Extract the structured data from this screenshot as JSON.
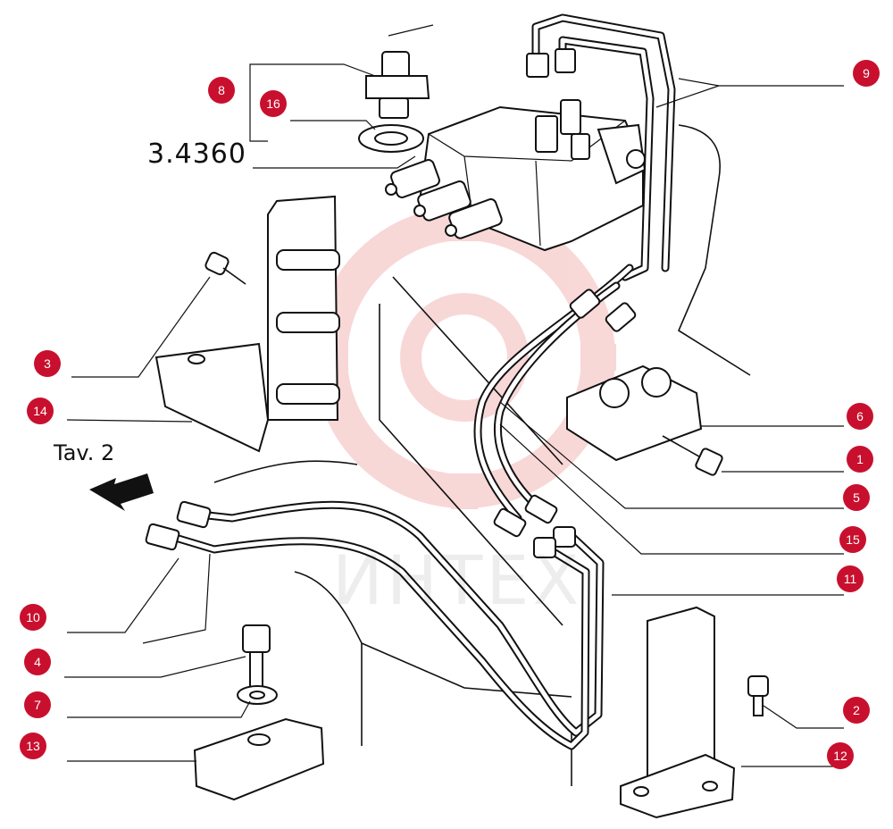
{
  "diagram": {
    "reference_code": "3.4360",
    "direction_label": "Tav. 2",
    "watermark": "ИНТЕХ",
    "accent_color": "#c8102e",
    "watermark_logo_color": "#f4b8b8"
  },
  "callouts": [
    {
      "id": "c3",
      "number": "3"
    },
    {
      "id": "c14",
      "number": "14"
    },
    {
      "id": "c8",
      "number": "8"
    },
    {
      "id": "c16",
      "number": "16"
    },
    {
      "id": "c9",
      "number": "9"
    },
    {
      "id": "c6",
      "number": "6"
    },
    {
      "id": "c1",
      "number": "1"
    },
    {
      "id": "c5",
      "number": "5"
    },
    {
      "id": "c15",
      "number": "15"
    },
    {
      "id": "c11",
      "number": "11"
    },
    {
      "id": "c10",
      "number": "10"
    },
    {
      "id": "c4",
      "number": "4"
    },
    {
      "id": "c7",
      "number": "7"
    },
    {
      "id": "c13",
      "number": "13"
    },
    {
      "id": "c2",
      "number": "2"
    },
    {
      "id": "c12",
      "number": "12"
    }
  ]
}
